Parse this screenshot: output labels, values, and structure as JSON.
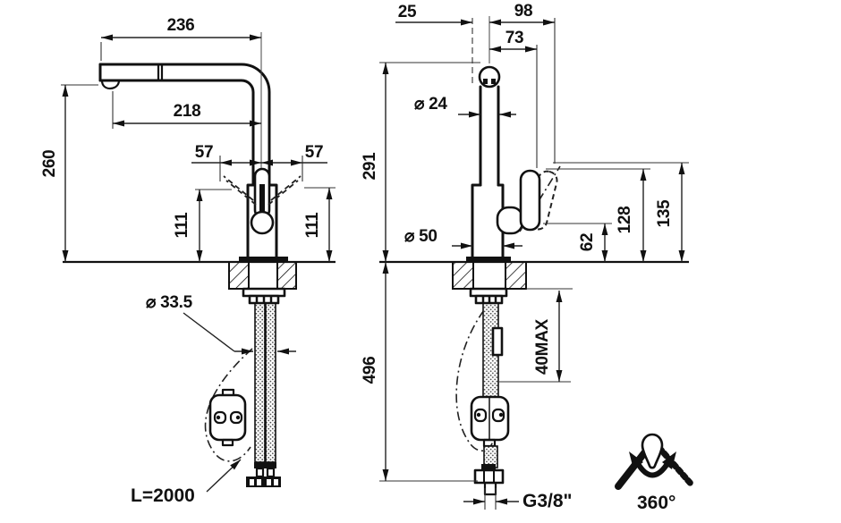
{
  "drawing_title": "kitchen-faucet-dimension-drawing",
  "front_view": {
    "spout_reach": "236",
    "aerator_reach": "218",
    "lever_swing_left": "57",
    "lever_swing_right": "57",
    "spout_height": "260",
    "lever_height_left": "111",
    "lever_height_right": "111",
    "mount_hole_diameter": "⌀ 33.5",
    "hose_length": "L=2000"
  },
  "side_view": {
    "spout_offset": "25",
    "lever_reach_max": "98",
    "lever_reach": "73",
    "spout_diameter": "⌀ 24",
    "body_diameter": "⌀ 50",
    "overall_height": "291",
    "lever_top_height_tilted": "135",
    "lever_top_height": "128",
    "lever_bottom_height": "62",
    "below_deck_depth": "496",
    "deck_thickness_max": "40MAX",
    "connection_thread": "G3/8\""
  },
  "rotation_icon": {
    "label": "360°"
  }
}
